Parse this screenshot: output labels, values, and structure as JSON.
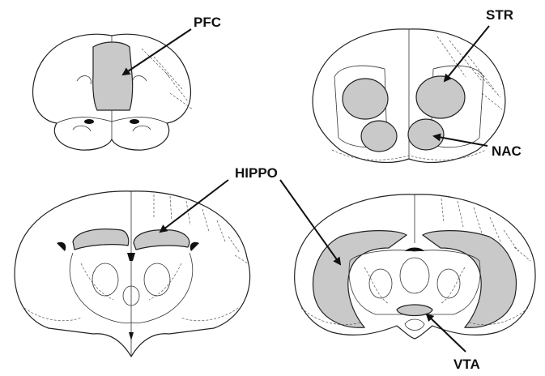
{
  "figure": {
    "labels": {
      "pfc": "PFC",
      "str": "STR",
      "nac": "NAC",
      "hippo": "HIPPO",
      "vta": "VTA"
    },
    "colors": {
      "region_fill": "#c9c9c9",
      "outline": "#222222",
      "background": "#ffffff"
    }
  }
}
